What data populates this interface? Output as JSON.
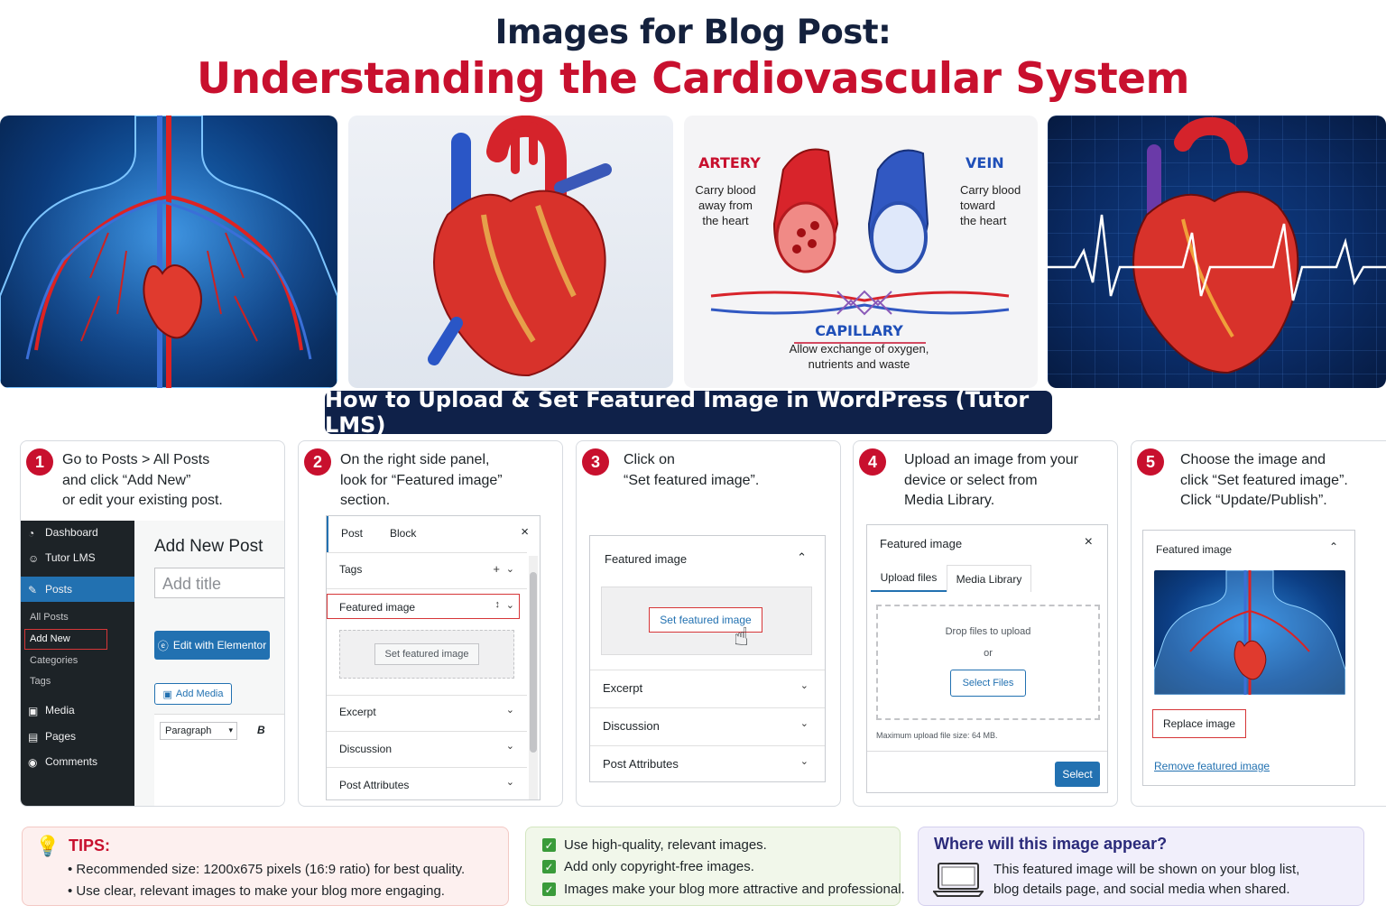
{
  "header": {
    "title_line1": "Images for Blog Post:",
    "title_line2": "Understanding the Cardiovascular System"
  },
  "gallery": {
    "artery_label": "ARTERY",
    "artery_desc": [
      "Carry blood",
      "away from",
      "the heart"
    ],
    "vein_label": "VEIN",
    "vein_desc": [
      "Carry blood",
      "toward",
      "the heart"
    ],
    "capillary_label": "CAPILLARY",
    "capillary_desc": [
      "Allow exchange of oxygen,",
      "nutrients and waste"
    ]
  },
  "banner": {
    "text": "How to Upload & Set Featured Image in WordPress (Tutor LMS)"
  },
  "steps": [
    {
      "number": "1",
      "lines": [
        "Go to Posts > All Posts",
        "and click “Add New”",
        "or edit your existing post."
      ],
      "menu": {
        "dashboard": "Dashboard",
        "tutor_lms": "Tutor LMS",
        "posts": "Posts",
        "sub": [
          "All Posts",
          "Add New",
          "Categories",
          "Tags"
        ],
        "media": "Media",
        "pages": "Pages",
        "comments": "Comments"
      },
      "editor": {
        "heading": "Add New Post",
        "title_placeholder": "Add title",
        "elementor_button": "Edit with Elementor",
        "add_media_button": "Add Media",
        "paragraph_select": "Paragraph",
        "bold": "B"
      }
    },
    {
      "number": "2",
      "lines": [
        "On the right side panel,",
        "look for “Featured image”",
        "section."
      ],
      "tabs": [
        "Post",
        "Block"
      ],
      "close": "×",
      "rows": [
        "Tags",
        "Featured image",
        "Excerpt",
        "Discussion",
        "Post Attributes"
      ],
      "set_button": "Set featured image"
    },
    {
      "number": "3",
      "lines": [
        "Click on",
        "“Set featured image”."
      ],
      "section": "Featured image",
      "set_button": "Set featured image",
      "rows": [
        "Excerpt",
        "Discussion",
        "Post Attributes"
      ]
    },
    {
      "number": "4",
      "lines": [
        "Upload an image from your",
        "device or select from",
        "Media Library."
      ],
      "modal_title": "Featured image",
      "close": "×",
      "tabs": [
        "Upload files",
        "Media Library"
      ],
      "drop_text": "Drop files to upload",
      "or_text": "or",
      "select_files": "Select Files",
      "max_size": "Maximum upload file size: 64 MB.",
      "select_button": "Select"
    },
    {
      "number": "5",
      "lines": [
        "Choose the image and",
        "click “Set featured image”.",
        "Click “Update/Publish”."
      ],
      "section": "Featured image",
      "replace_button": "Replace image",
      "remove_link": "Remove featured image"
    }
  ],
  "tips": {
    "heading": "TIPS:",
    "items": [
      "• Recommended size: 1200x675 pixels (16:9 ratio) for best quality.",
      "• Use clear, relevant images to make your blog more engaging."
    ],
    "checklist": [
      "Use high-quality, relevant images.",
      "Add only copyright-free images.",
      "Images make your blog more attractive and professional."
    ],
    "where_heading": "Where will this image appear?",
    "where_lines": [
      "This featured image will be shown on your blog list,",
      "blog details page, and social media when shared."
    ]
  },
  "colors": {
    "accent_red": "#c8102e",
    "navy": "#0f2149",
    "wp_blue": "#2271b1"
  }
}
